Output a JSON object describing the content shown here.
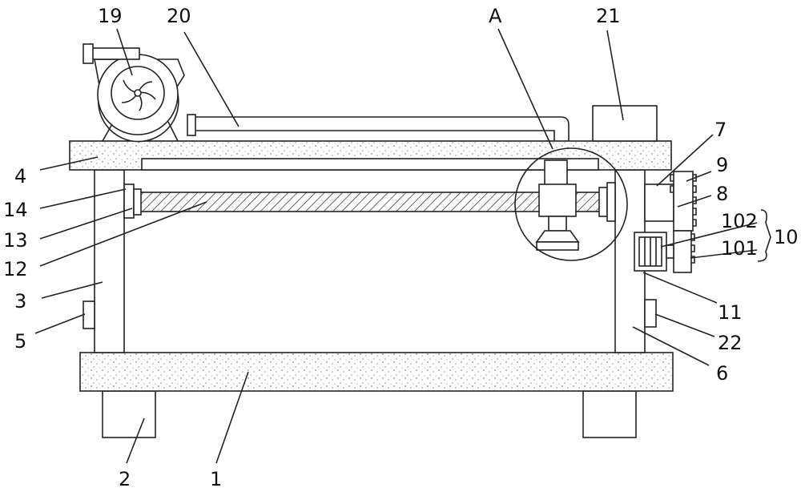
{
  "figure": {
    "labels": {
      "l1": "1",
      "l2": "2",
      "l3": "3",
      "l4": "4",
      "l5": "5",
      "l6": "6",
      "l7": "7",
      "l8": "8",
      "l9": "9",
      "l10": "10",
      "l11": "11",
      "l12": "12",
      "l13": "13",
      "l14": "14",
      "l19": "19",
      "l20": "20",
      "l21": "21",
      "l22": "22",
      "l101": "101",
      "l102": "102",
      "lA": "A"
    },
    "colors": {
      "line": "#222222",
      "background": "#ffffff",
      "speckle": "#555555"
    }
  }
}
